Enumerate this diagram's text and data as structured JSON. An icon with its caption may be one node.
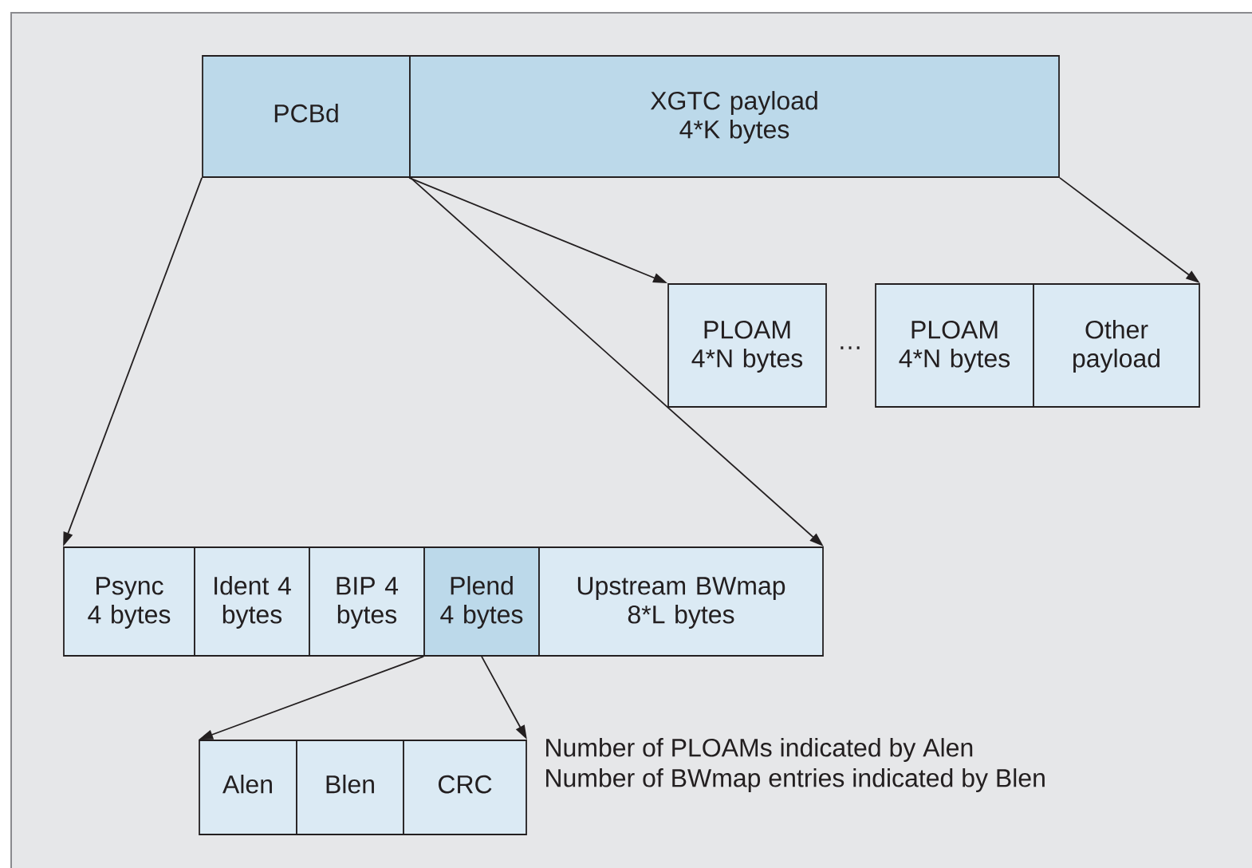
{
  "diagram": {
    "nodes": [
      {
        "text": [
          "PCBd"
        ]
      },
      {
        "text": [
          "XGTC payload 4*K bytes"
        ]
      },
      {
        "text": [
          "PLOAM 4*N bytes"
        ]
      },
      {
        "text": [
          "PLOAM 4*N bytes"
        ]
      },
      {
        "text": [
          "Other payload"
        ]
      },
      {
        "text": [
          "Psync 4 bytes"
        ]
      },
      {
        "text": [
          "Ident 4 bytes"
        ]
      },
      {
        "text": [
          "BIP 4 bytes"
        ]
      },
      {
        "text": [
          "Plend 4 bytes"
        ]
      },
      {
        "text": [
          "Upstream BWmap 8*L bytes"
        ]
      },
      {
        "text": [
          "Alen"
        ]
      },
      {
        "text": [
          "Blen"
        ]
      },
      {
        "text": [
          "CRC"
        ]
      }
    ],
    "edges": [
      {
        "from": 0,
        "to": 5,
        "arrow": "to"
      },
      {
        "from": 0,
        "to": 9,
        "arrow": "to"
      },
      {
        "from": 1,
        "to": 2,
        "arrow": "to"
      },
      {
        "from": 1,
        "to": 4,
        "arrow": "to"
      },
      {
        "from": 8,
        "to": 10,
        "arrow": "to"
      },
      {
        "from": 8,
        "to": 12,
        "arrow": "to"
      }
    ],
    "labels": [
      "…",
      "Number of PLOAMs indicated by Alen",
      "Number of BWmap entries indicated by Blen"
    ]
  }
}
